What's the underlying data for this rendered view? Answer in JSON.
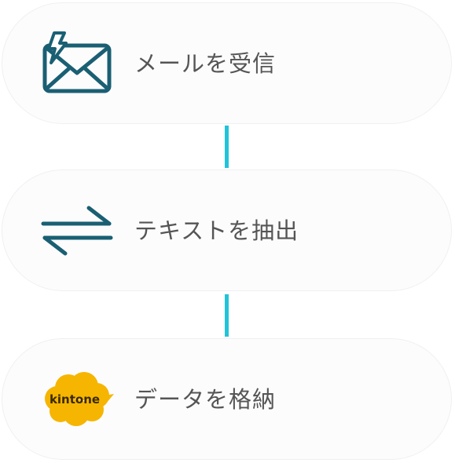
{
  "steps": [
    {
      "label": "メールを受信",
      "icon": "mail-bolt-icon"
    },
    {
      "label": "テキストを抽出",
      "icon": "exchange-arrows-icon"
    },
    {
      "label": "データを格納",
      "icon": "kintone-logo",
      "logo_text": "kintone"
    }
  ],
  "colors": {
    "icon_stroke": "#1a5f73",
    "connector": "#22c3d8",
    "kintone_cloud": "#f6b500",
    "label_text": "#555555"
  }
}
